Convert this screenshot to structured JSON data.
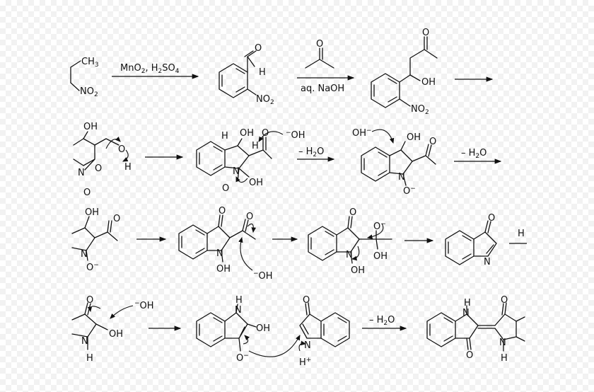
{
  "colors": {
    "ink": "#111111",
    "checker": "#f2f2f2",
    "background": "#ffffff"
  },
  "row1": {
    "atom_ch3": "CH",
    "atom_ch3_sub": "3",
    "atom_no2_left": "NO",
    "atom_no2_left_sub": "2",
    "reagent1": "MnO",
    "reagent1_sub1": "2",
    "reagent1_mid": ", H",
    "reagent1_sub2": "2",
    "reagent1_end": "SO",
    "reagent1_sub3": "4",
    "atom_o_ald": "O",
    "atom_h_ald": "H",
    "atom_no2_ald": "NO",
    "atom_no2_ald_sub": "2",
    "atom_o_acetone": "O",
    "reagent2": "aq. NaOH",
    "atom_o_ketone": "O",
    "atom_oh": "OH",
    "atom_no2_aldol": "NO",
    "atom_no2_aldol_sub": "2"
  },
  "row2": {
    "atom_oh_a": "OH",
    "atom_o_a": "O",
    "atom_h_a": "H",
    "atom_n_a": "N",
    "atom_o_a2": "O",
    "atom_o_minus_a": "O",
    "atom_h_b1": "H",
    "atom_oh_b": "OH",
    "atom_h_b2": "H",
    "atom_hydroxide_b": "OH",
    "atom_o_b": "O",
    "atom_n_b": "N",
    "atom_o_minus_b": "O",
    "atom_oh_b2": "OH",
    "step_minus_water_1": "– H",
    "step_minus_water_1_sub": "2",
    "step_minus_water_1_end": "O",
    "atom_hydroxide_c": "OH",
    "atom_oh_c": "OH",
    "atom_o_c": "O",
    "atom_n_c": "N",
    "atom_o_minus_c": "O",
    "step_minus_water_2": "– H",
    "step_minus_water_2_sub": "2",
    "step_minus_water_2_end": "O"
  },
  "row3": {
    "atom_oh_d": "OH",
    "atom_o_d": "O",
    "atom_n_d": "N",
    "atom_o_minus_d": "O",
    "atom_o_e": "O",
    "atom_o_e2": "O",
    "atom_n_e": "N",
    "atom_oh_e": "OH",
    "atom_hydroxide_e": "OH",
    "atom_o_f": "O",
    "atom_o_minus_f": "O",
    "atom_n_f": "N",
    "atom_oh_f": "OH",
    "atom_oh_f2": "OH",
    "atom_o_g": "O",
    "atom_n_g": "N",
    "cut_h": "H"
  },
  "row4": {
    "atom_o_h": "O",
    "atom_hydroxide_h": "OH",
    "atom_oh_h": "OH",
    "atom_n_h": "N",
    "atom_h_h": "H",
    "atom_h_i": "H",
    "atom_n_i": "N",
    "atom_oh_i": "OH",
    "atom_o_minus_i": "O",
    "atom_o_j": "O",
    "atom_n_j": "N",
    "atom_h_plus_j": "H",
    "step_minus_water_3": "– H",
    "step_minus_water_3_sub": "2",
    "step_minus_water_3_end": "O",
    "atom_h_k1": "H",
    "atom_n_k1": "N",
    "atom_o_k1": "O",
    "atom_o_k2": "O",
    "atom_n_k2": "N",
    "atom_h_k2": "H"
  }
}
